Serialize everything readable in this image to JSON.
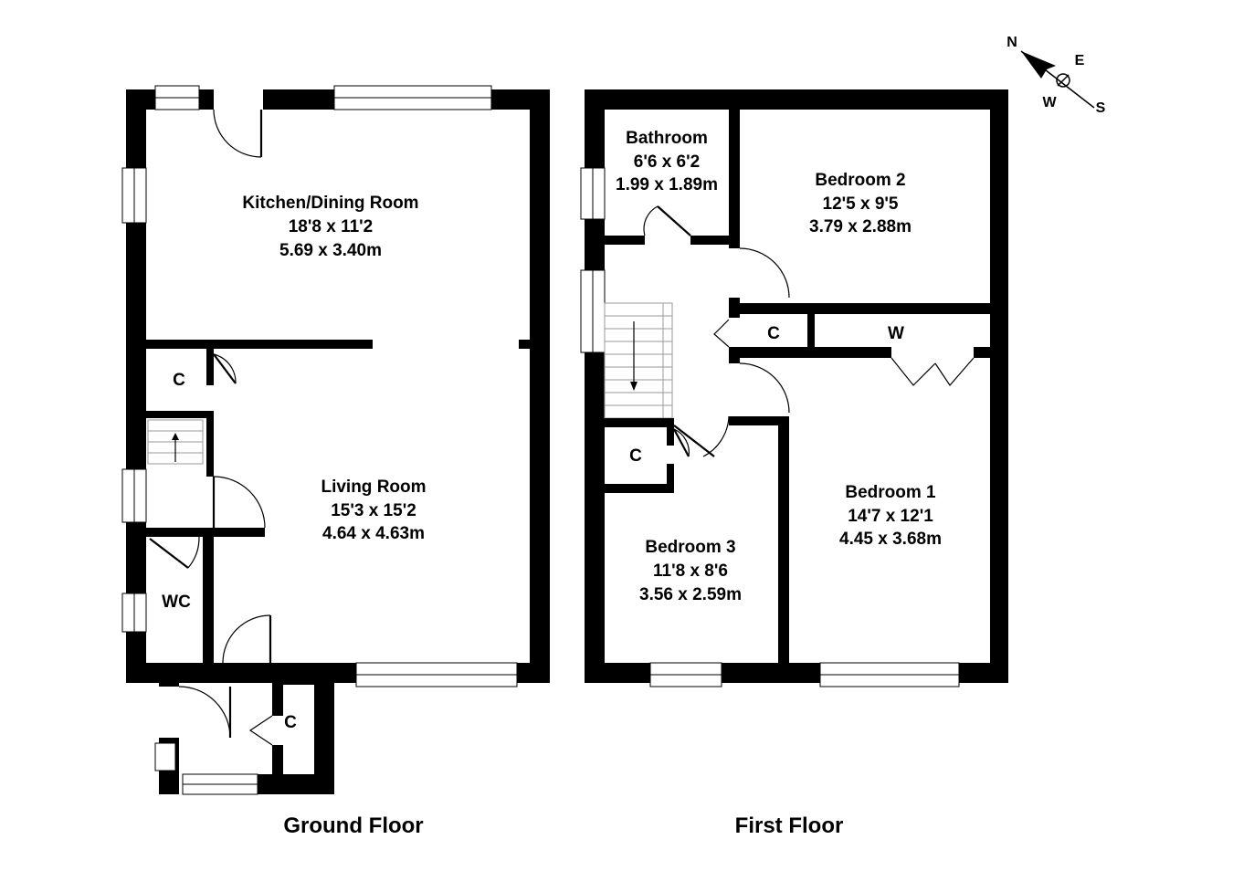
{
  "compass": {
    "n": "N",
    "e": "E",
    "w": "W",
    "s": "S"
  },
  "ground_floor": {
    "title": "Ground Floor",
    "rooms": [
      {
        "id": "kitchen",
        "name": "Kitchen/Dining Room",
        "imperial": "18'8 x 11'2",
        "metric": "5.69 x 3.40m"
      },
      {
        "id": "living",
        "name": "Living Room",
        "imperial": "15'3 x 15'2",
        "metric": "4.64 x 4.63m"
      }
    ],
    "cupboard_upper": "C",
    "cupboard_porch": "C",
    "wc": "WC"
  },
  "first_floor": {
    "title": "First Floor",
    "rooms": [
      {
        "id": "bathroom",
        "name": "Bathroom",
        "imperial": "6'6 x 6'2",
        "metric": "1.99 x 1.89m"
      },
      {
        "id": "bedroom2",
        "name": "Bedroom 2",
        "imperial": "12'5 x 9'5",
        "metric": "3.79 x 2.88m"
      },
      {
        "id": "bedroom1",
        "name": "Bedroom 1",
        "imperial": "14'7 x 12'1",
        "metric": "4.45 x 3.68m"
      },
      {
        "id": "bedroom3",
        "name": "Bedroom 3",
        "imperial": "11'8 x 8'6",
        "metric": "3.56 x 2.59m"
      }
    ],
    "cupboard_landing": "C",
    "cupboard_bed3": "C",
    "wardrobe": "W"
  }
}
